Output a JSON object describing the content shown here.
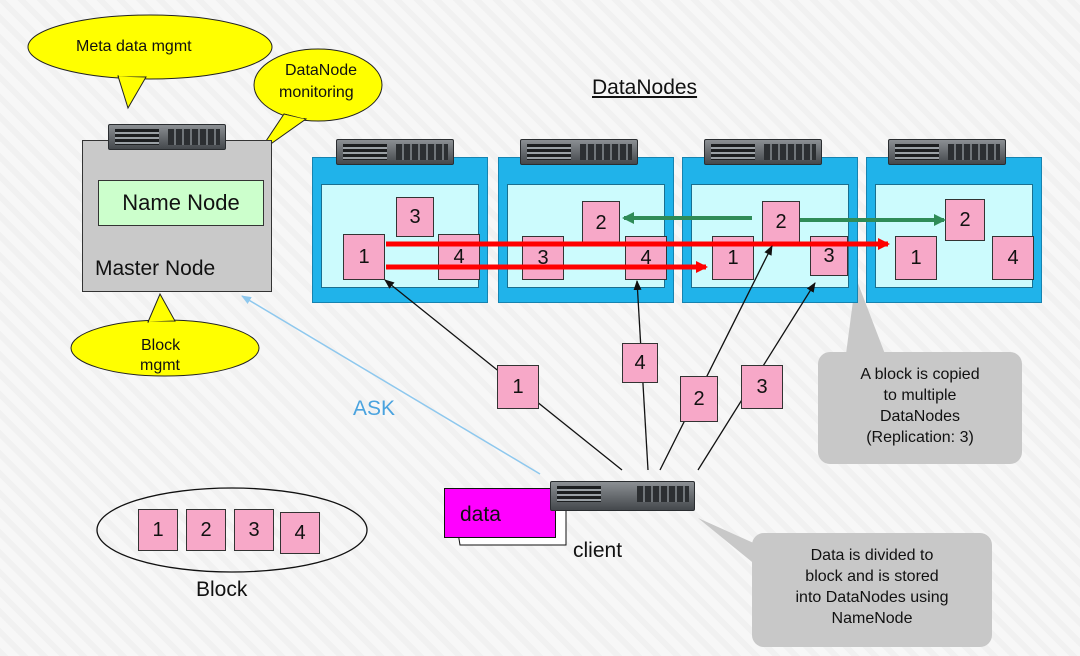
{
  "title": "DataNodes",
  "callouts": {
    "meta": "Meta data mgmt",
    "monitor_line1": "DataNode",
    "monitor_line2": "monitoring",
    "block_line1": "Block",
    "block_line2": "mgmt",
    "replication": [
      "A block is copied",
      "to multiple",
      "DataNodes",
      "(Replication: 3)"
    ],
    "divided": [
      "Data is divided to",
      "block  and is stored",
      "into DataNodes using",
      "NameNode"
    ]
  },
  "master": {
    "name_node": "Name Node",
    "label": "Master Node"
  },
  "ask_label": "ASK",
  "client": {
    "data_label": "data",
    "label": "client"
  },
  "block_group": {
    "items": [
      "1",
      "2",
      "3",
      "4"
    ],
    "label": "Block"
  },
  "datanode_blocks": {
    "dn1": [
      "3",
      "1",
      "4"
    ],
    "dn2": [
      "2",
      "3",
      "4"
    ],
    "dn3": [
      "2",
      "1",
      "3"
    ],
    "dn4": [
      "2",
      "1",
      "4"
    ]
  },
  "transfer_blocks": [
    "1",
    "4",
    "2",
    "3"
  ],
  "colors": {
    "panel": "#20b3ea",
    "panel_inner": "#ccfbfd",
    "block": "#f7a8c8",
    "callout_yellow": "#ffff00",
    "callout_grey": "#c8c8c8",
    "red_arrow": "#ff0000",
    "green_arrow": "#2e8b57",
    "ask": "#4aa3df",
    "data": "#ff00ff"
  }
}
